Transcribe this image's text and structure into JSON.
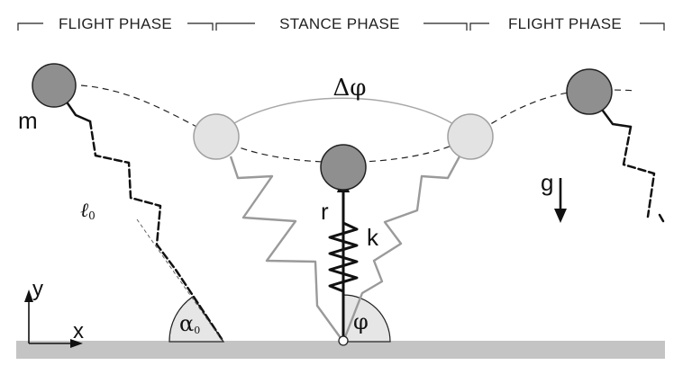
{
  "phases": [
    {
      "label": "FLIGHT PHASE"
    },
    {
      "label": "STANCE PHASE"
    },
    {
      "label": "FLIGHT PHASE"
    }
  ],
  "symbols": {
    "mass": "m",
    "delta_phi": "Δφ",
    "gravity": "g",
    "leg_length_rest": "ℓ",
    "leg_length_rest_sub": "0",
    "leg_length": "r",
    "stiffness": "k",
    "angle_of_attack": "α",
    "angle_of_attack_sub": "0",
    "leg_angle": "φ",
    "axis_y": "y",
    "axis_x": "x"
  },
  "colors": {
    "ground": "#c4c4c4",
    "mass_dark": "#8f8f8f",
    "mass_light": "#e3e3e3",
    "angle_fill": "#e6e6e6",
    "leg_gray": "#9a9a9a",
    "ink": "#111111"
  }
}
